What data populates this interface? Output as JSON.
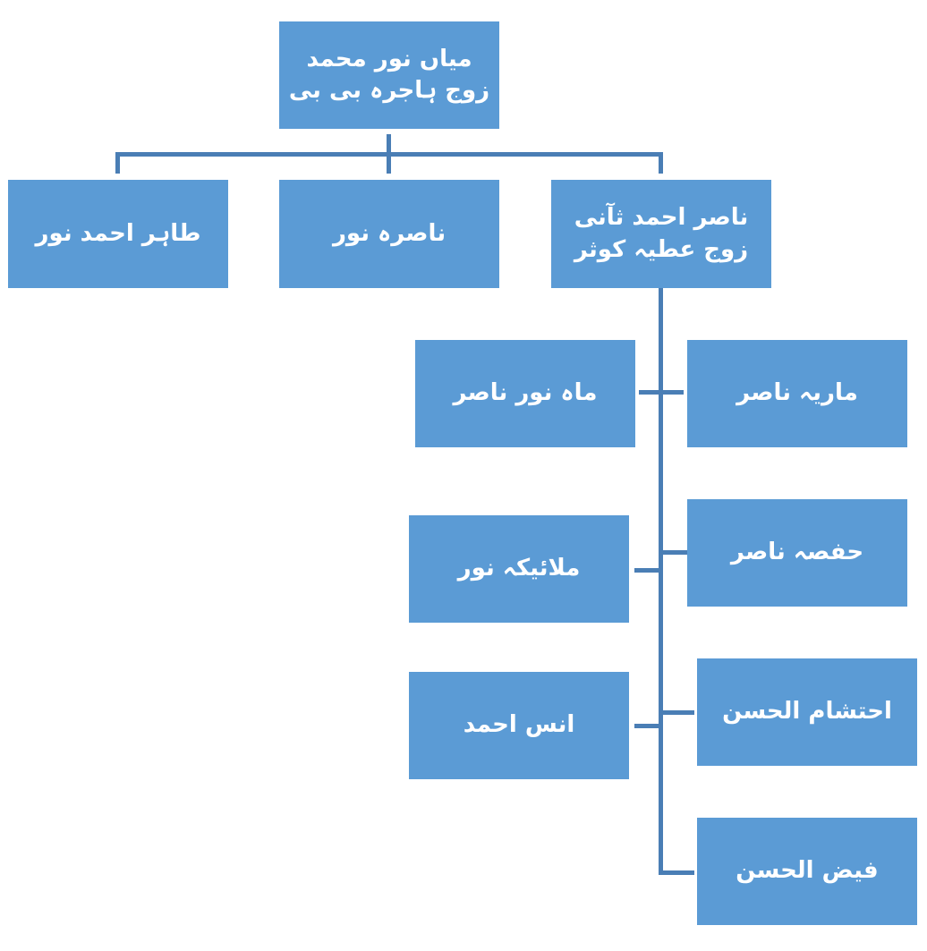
{
  "diagram": {
    "type": "family-tree-org-chart",
    "colors": {
      "node_fill": "#5b9bd5",
      "node_text": "#ffffff",
      "connector": "#4a7eb5",
      "background": "#ffffff"
    },
    "root": {
      "label": "میاں نور محمد\nزوج ہاجرہ بی بی"
    },
    "children": [
      {
        "label": "ناصر احمد ثآنی\nزوج عطیہ کوثر"
      },
      {
        "label": "ناصرہ نور"
      },
      {
        "label": "طاہر احمد نور"
      }
    ],
    "grandchildren": [
      {
        "label": "ماریہ ناصر"
      },
      {
        "label": "ماہ نور ناصر"
      },
      {
        "label": "حفصہ ناصر"
      },
      {
        "label": "ملائیکہ نور"
      },
      {
        "label": "احتشام الحسن"
      },
      {
        "label": "انس احمد"
      },
      {
        "label": "فیض الحسن"
      }
    ]
  }
}
